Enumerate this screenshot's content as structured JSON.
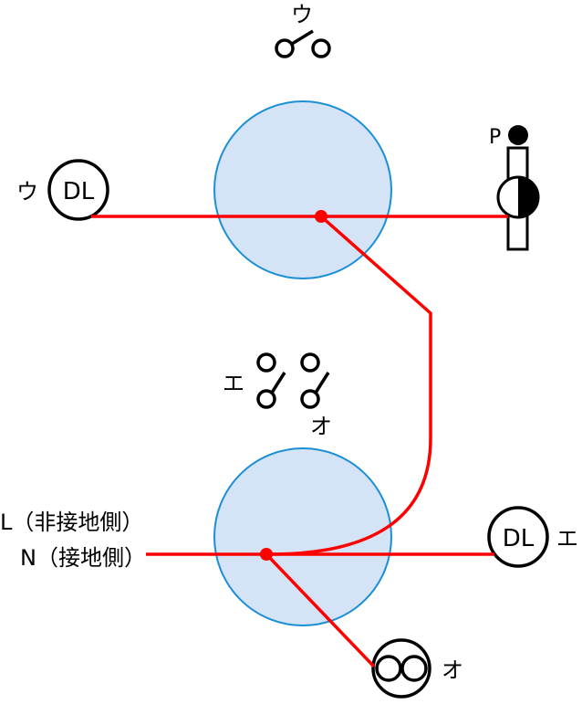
{
  "colors": {
    "wire": "#ff0000",
    "box_fill": "#d4e4f6",
    "box_stroke": "#1a8fd6",
    "symbol": "#000000"
  },
  "labels": {
    "switch_u": "ウ",
    "dl_u_mark": "ウ",
    "dl_text": "DL",
    "pilot_p": "P",
    "switch_e": "エ",
    "switch_o": "オ",
    "line_l": "L（非接地側）",
    "line_n": "N（接地側）",
    "dl_e_mark": "エ",
    "outlet_o_mark": "オ"
  }
}
